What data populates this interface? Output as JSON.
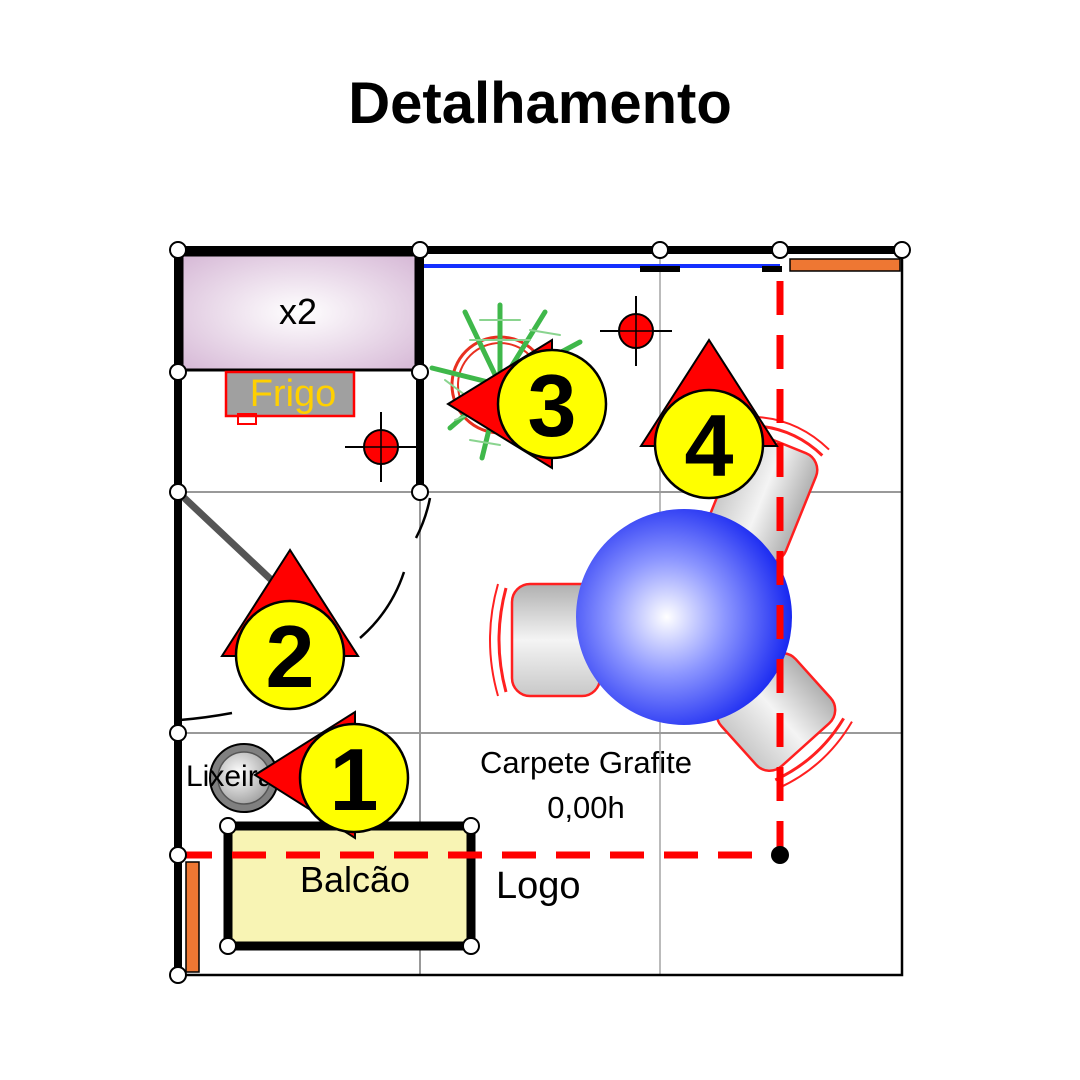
{
  "title": "Detalhamento",
  "labels": {
    "x2": "x2",
    "frigo": "Frigo",
    "lixeira": "Lixeira",
    "balcao": "Balcão",
    "logo": "Logo",
    "carpete": "Carpete Grafite",
    "altura": "0,00h"
  },
  "views": [
    "1",
    "2",
    "3",
    "4"
  ],
  "colors": {
    "marker": "#ff0000",
    "badge": "#ffff00",
    "sphere": "#1a2cff",
    "glass": "#0000ff",
    "panel": "#ee7733",
    "frigo_text": "#ffd000",
    "counter": "#f8f4b4"
  }
}
